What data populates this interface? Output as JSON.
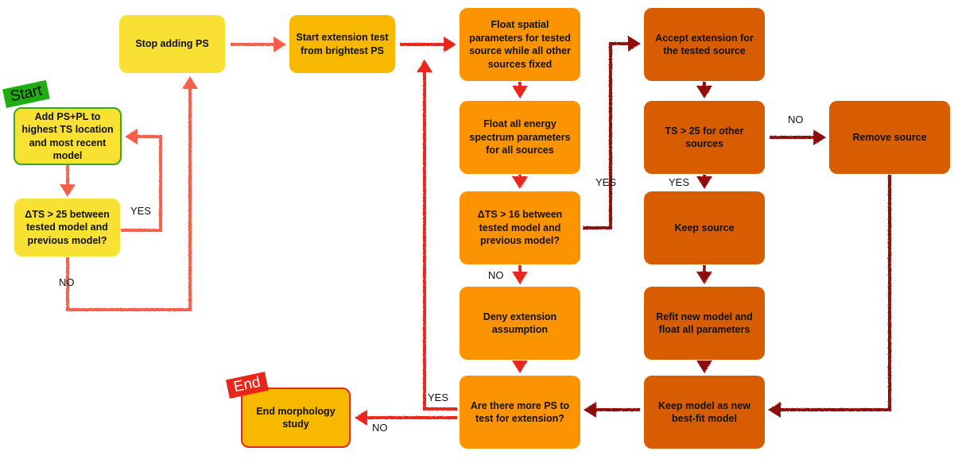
{
  "diagram": {
    "colors": {
      "yellow": "#f9e133",
      "amber": "#f8b800",
      "orange": "#fb9400",
      "dark_orange": "#d75d00",
      "start_green": "#1fae12",
      "end_red": "#e8261a",
      "arrow_light": "#f5614d",
      "arrow_red": "#e8261a",
      "arrow_dark": "#8e0f08"
    },
    "tags": {
      "start": "Start",
      "end": "End"
    },
    "nodes": {
      "add_ps": "Add PS+PL to highest TS location and most recent model",
      "dts25": "ΔTS > 25 between tested model and previous model?",
      "stop_adding": "Stop adding PS",
      "start_ext": "Start extension test from brightest PS",
      "float_spatial": "Float spatial parameters for tested source while all other sources fixed",
      "float_energy": "Float all energy spectrum parameters for all sources",
      "dts16": "ΔTS > 16 between tested model and previous model?",
      "deny_ext": "Deny extension assumption",
      "more_ps": "Are there more PS to test for extension?",
      "end_study": "End morphology study",
      "accept_ext": "Accept extension for the tested source",
      "ts25_other": "TS > 25 for other sources",
      "keep_source": "Keep source",
      "refit": "Refit new model and float all parameters",
      "keep_model": "Keep model as new best-fit model",
      "remove_source": "Remove source"
    },
    "edge_labels": {
      "dts25_yes": "YES",
      "dts25_no": "NO",
      "dts16_yes": "YES",
      "dts16_no": "NO",
      "ts25_yes": "YES",
      "ts25_no": "NO",
      "more_ps_yes": "YES",
      "more_ps_no": "NO"
    }
  }
}
